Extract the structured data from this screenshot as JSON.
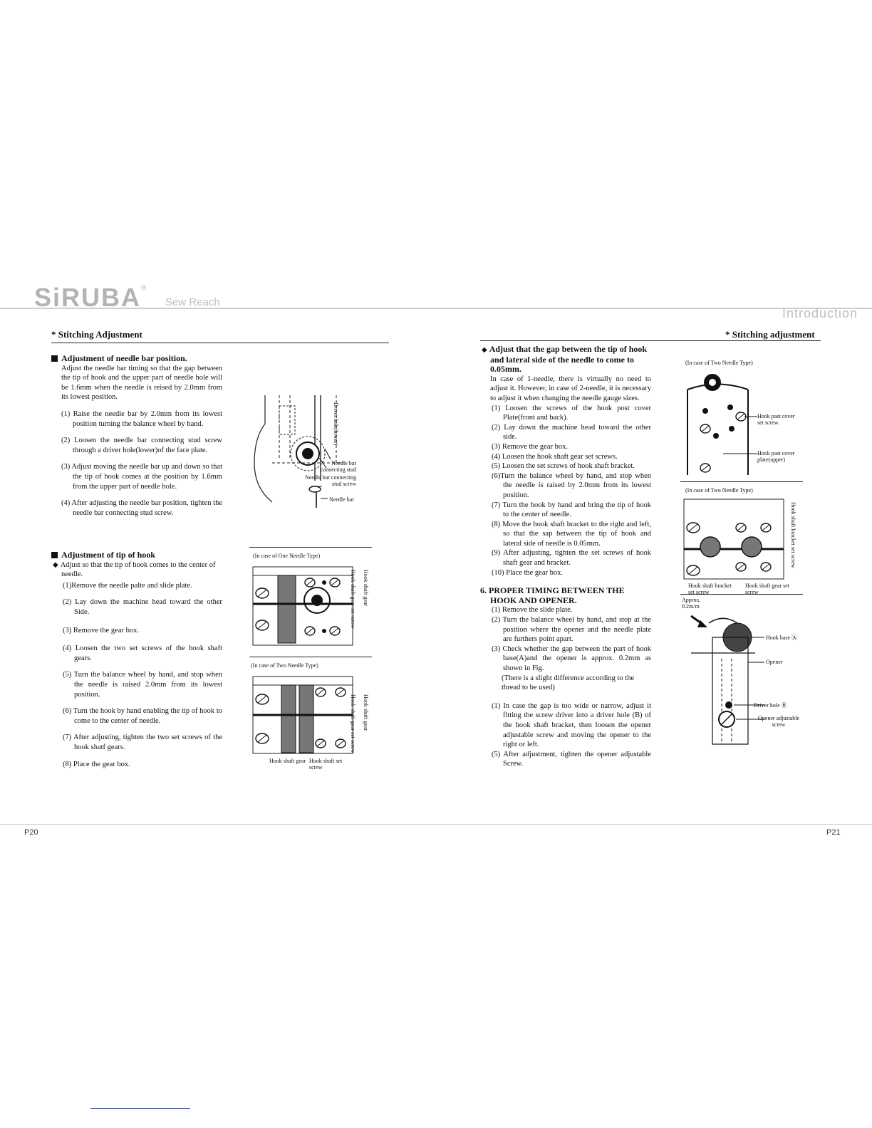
{
  "header": {
    "logo": "SiRUBA",
    "logo_mark": "®",
    "tagline": "Sew Reach",
    "section": "Introduction"
  },
  "left": {
    "title": "* Stitching Adjustment",
    "needle_bar": {
      "heading": "Adjustment of needle bar position.",
      "intro": "Adjust the needle bar timing so that the gap between the tip of hook and the upper part of needle hole will be 1.6mm when the needle is reised by 2.0mm from its lowest position.",
      "steps": [
        "(1) Raise the needle bar by 2.0mm from its lowest position turning the balance wheel by hand.",
        "(2) Loosen the needle bar connecting stud screw through a driver hole(lower)of the face plate.",
        "(3) Adjust moving the needle bar up and down so that the tip of hook comes at the position by 1.6mm from the upper part of needle hole.",
        "(4) After adjusting the needle bar position, tighten the needle bar connecting stud screw."
      ],
      "figure_labels": {
        "driver_hole": "Driver hole(lower)",
        "connecting_stud": "Needle bar connecting stud",
        "stud_screw": "Needle bar connecting stud screw",
        "needle_bar": "Needle bar"
      }
    },
    "hook_tip": {
      "heading": "Adjustment of tip of hook",
      "intro": "Adjust so that the tip of hook comes to the center of needle.",
      "steps": [
        "(1)Remove the needle palte and slide plate.",
        "(2) Lay down the machine head toward the other Side.",
        "(3) Remove the gear box.",
        "(4) Loosen the two set screws of the hook shaft gears.",
        "(5) Turn the balance wheel by hand, and stop when the needle is raised 2.0mm from its lowest position.",
        "(6) Turn the hook by hand enabling the tip of hook to come to the center of needle.",
        "(7) After adjusting, tighten the two set screws of the hook shatf gears.",
        "(8) Place the gear box."
      ],
      "fig_one_caption": "(In case of One Needle Type)",
      "fig_two_caption": "(In case of Two Needle Type)",
      "fig_labels": {
        "hook_shaft_gear": "Hook shaft gear",
        "hook_shaft_gear_set_screw": "Hook shaft gear set screw",
        "bottom_gear": "Hook shaft gear",
        "bottom_screw": "Hook shaft set screw"
      }
    },
    "page_number": "P20"
  },
  "right": {
    "title": "* Stitching adjustment",
    "gap": {
      "heading": "Adjust that the gap between the tip of hook and lateral side of the needle to come to 0.05mm.",
      "intro": "In case of 1-needle, there is virtually no need to adjust it. However, in case of 2-needle, it is necessary to adjust it when changing the needle gauge sizes.",
      "steps": [
        "(1) Loosen the screws of the hook post cover Plate(front and back).",
        "(2) Lay down the machine head toward the other side.",
        "(3) Remove the gear box.",
        "(4) Loosen the hook shaft gear set screws.",
        "(5) Loosen the set screws of hook shaft bracket.",
        "(6)Turn the balance wheel by hand, and stop when the needle is raised by 2.0mm from its lowest position.",
        "(7) Turn the hook by hand and bring the tip of hook to the center of needle.",
        "(8) Move the hook shaft bracket to the right and left, so that the sap between the tip of hook and lateral side of needle is 0.05mm.",
        "(9) After adjusting, tighten the set screws of hook shaft gear and bracket.",
        "(10) Place the gear box."
      ],
      "fig1_caption": "(In case of Two Needle Type)",
      "fig1_labels": {
        "cover_screw": "Hook past cover set screw.",
        "cover_plate": "Hook past cover plate(upper)"
      },
      "fig2_caption": "(In case of Two Needle Type)",
      "fig2_labels": {
        "bracket_screw": "Hook shaft bracket set screw",
        "bracket": "Hook shaft bracket set screw",
        "gear_screw": "Hook shaft gear set screw"
      }
    },
    "timing": {
      "heading": "6. PROPER TIMING BETWEEN THE HOOK AND OPENER.",
      "steps": [
        "(1) Remove the slide plate.",
        "(2) Turn the balance wheel by hand, and stop at the position where the opener and the needle plate are furthers point apart.",
        "(3) Check whether the gap between the part of hook base(A)and the opener is approx. 0.2mm as shown in Fig.",
        "(There is a slight difference according to the thread to be used)"
      ],
      "steps2": [
        "(1) In case the gap is too wide or narrow, adjust it fitting the screw driver into a driver hole (B) of the hook shaft bracket, then loosen the opener adjustable screw and moving the opener to the right or left.",
        "(5) After adjustment, tighten the opener adjustable Screw."
      ],
      "fig_labels": {
        "approx": "Approx. 0.2m/m",
        "hook_base": "Hook base Ⓐ",
        "opener": "Opener",
        "driver_hole": "Driver hole Ⓑ",
        "opener_screw": "Opener adjustable screw"
      }
    },
    "page_number": "P21"
  }
}
